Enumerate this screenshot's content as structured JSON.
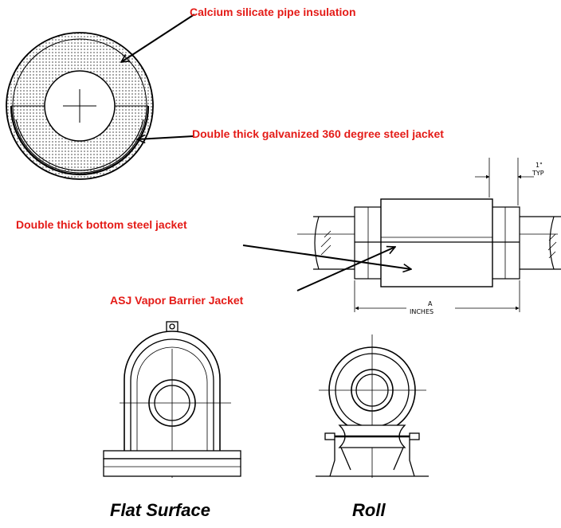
{
  "colors": {
    "callout": "#e41b17",
    "line": "#000000",
    "stipple": "#7a7a7a"
  },
  "callouts": {
    "insulation": "Calcium silicate pipe insulation",
    "galvanized_jacket": "Double thick galvanized 360 degree steel jacket",
    "bottom_jacket": "Double thick bottom steel jacket",
    "vapor_barrier": "ASJ Vapor Barrier Jacket"
  },
  "dimensions": {
    "typ_value": "1\"",
    "typ_label": "TYP",
    "length_label": "A",
    "length_unit": "INCHES"
  },
  "captions": {
    "flat_surface": "Flat Surface",
    "roll": "Roll"
  }
}
